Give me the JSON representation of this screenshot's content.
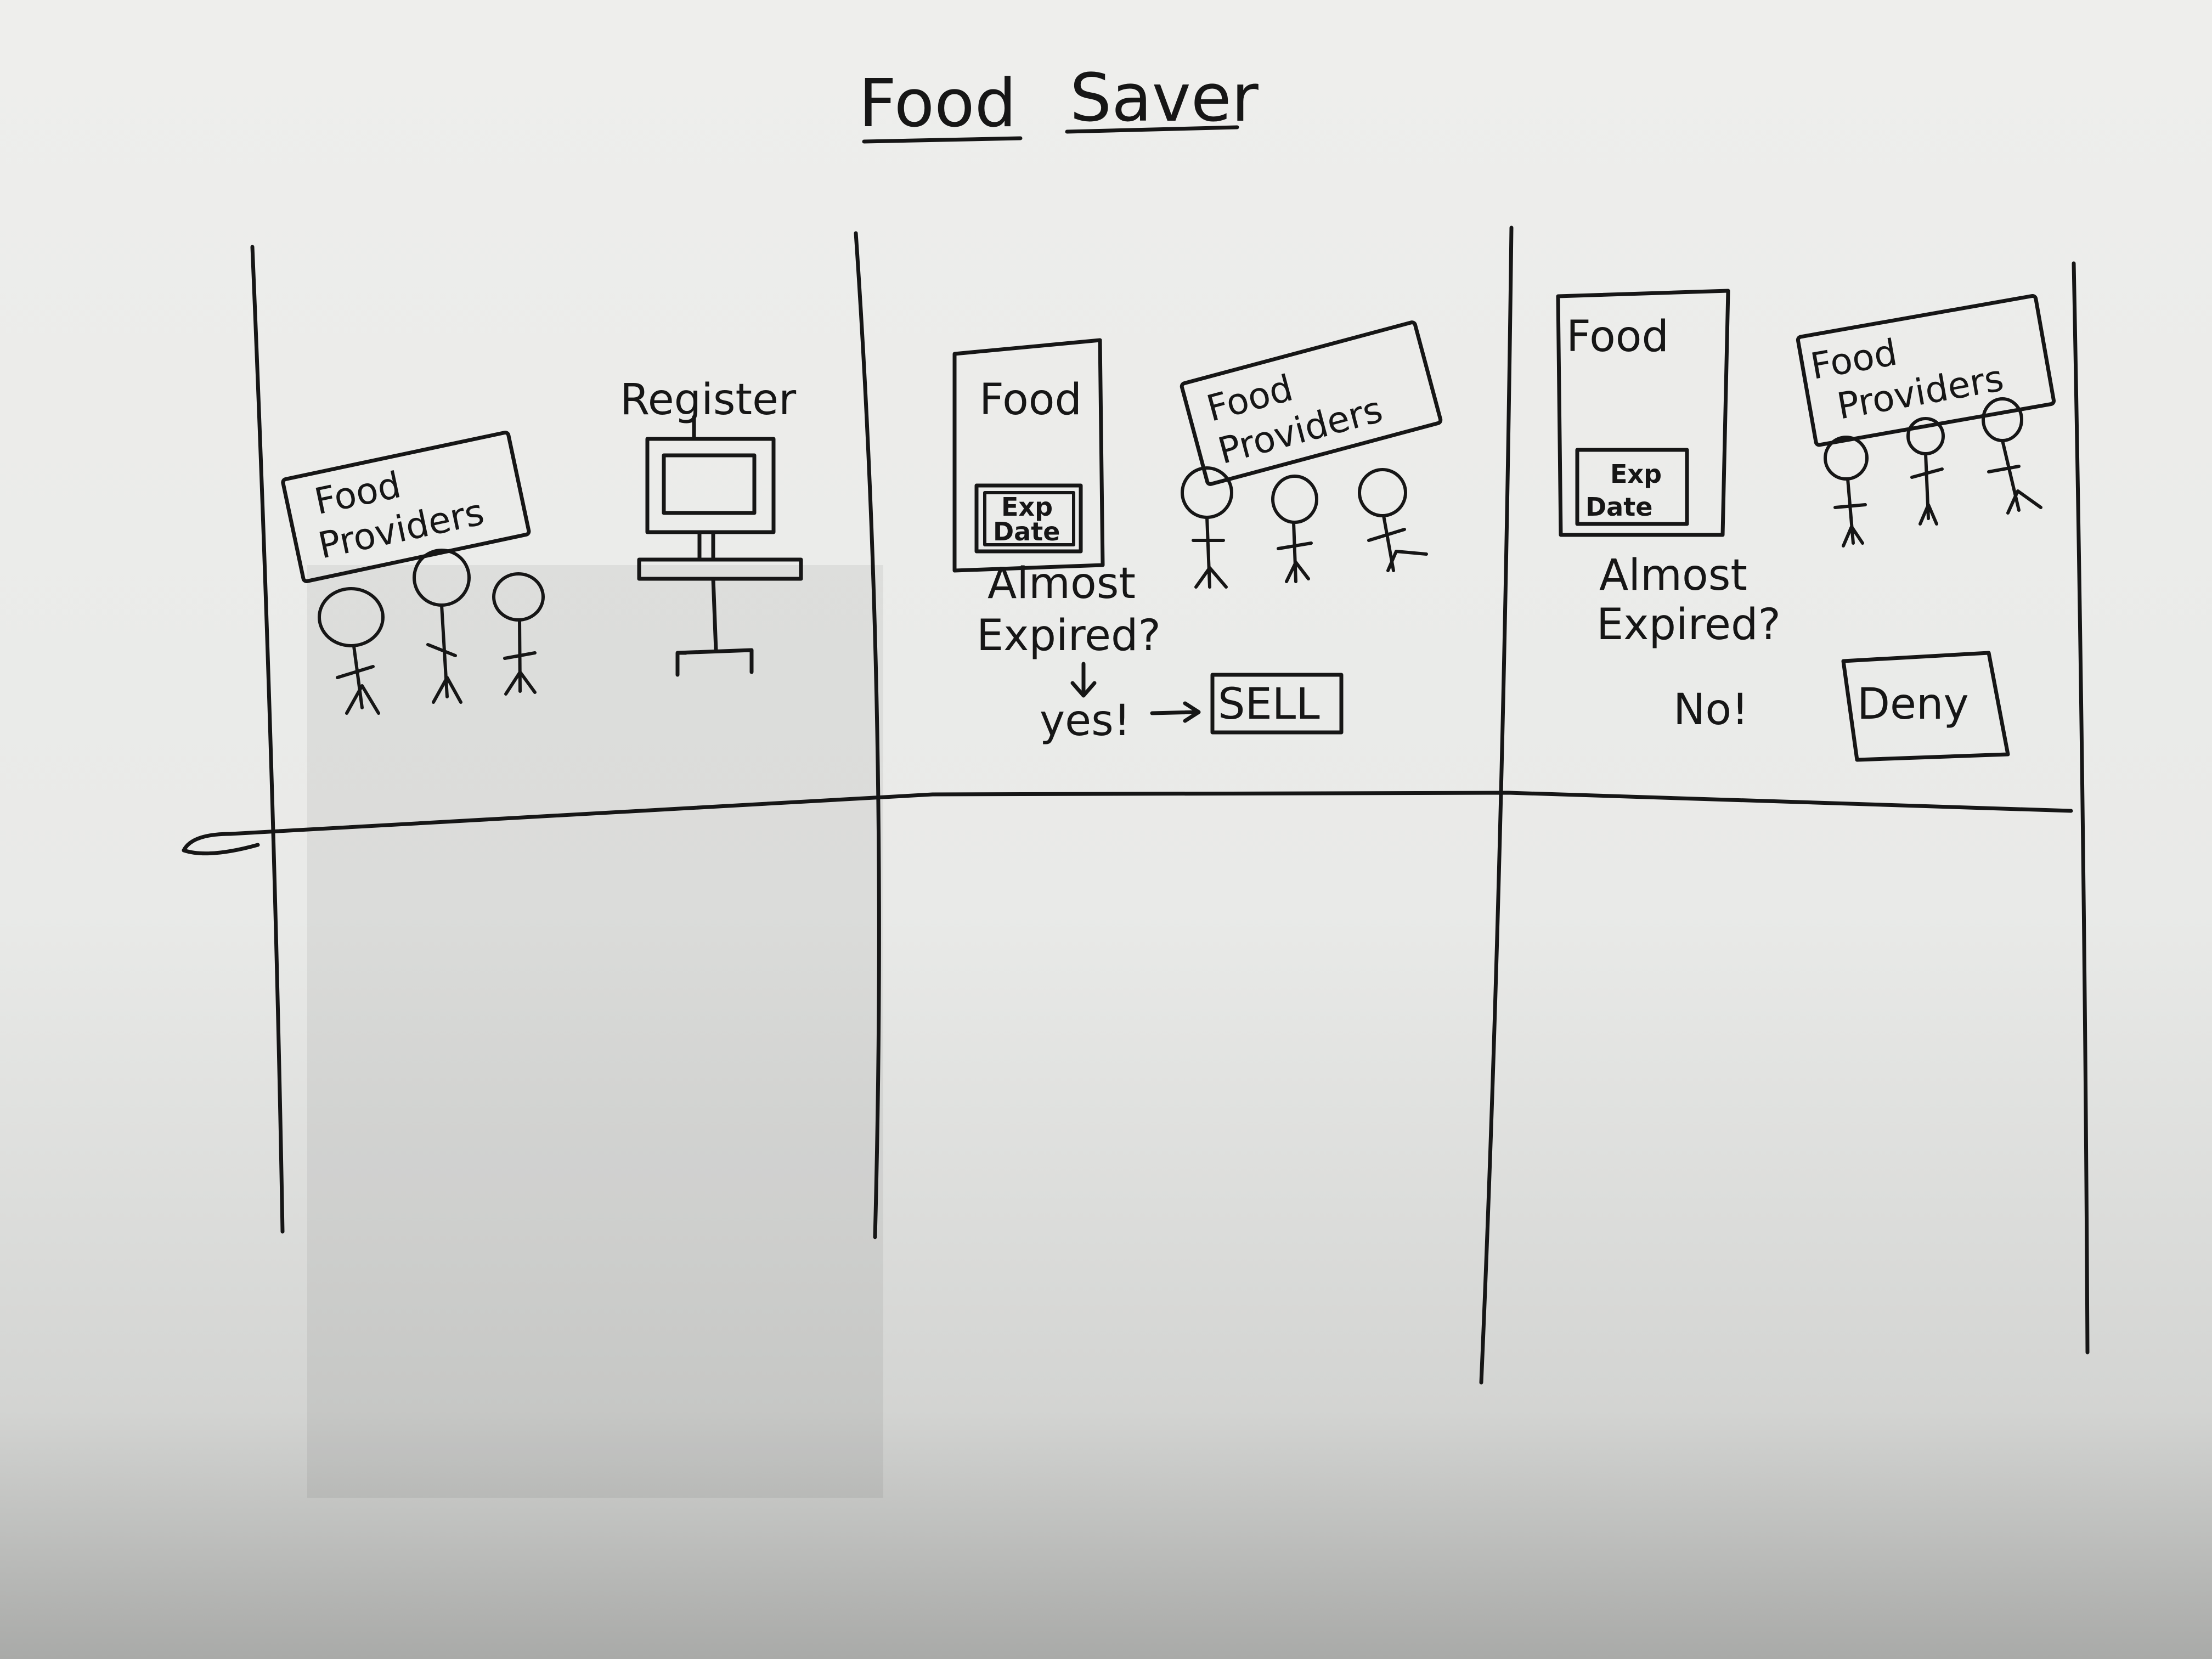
{
  "title": "Food Saver",
  "panel1": {
    "providers_sign": [
      "Food",
      "Providers"
    ],
    "register_label": "Register"
  },
  "panel2": {
    "food_label": "Food",
    "exp_label": [
      "Exp",
      "Date"
    ],
    "providers_sign": [
      "Food",
      "Providers"
    ],
    "question": [
      "Almost",
      "Expired?"
    ],
    "answer": "yes!",
    "action_box": "SELL"
  },
  "panel3": {
    "food_label": "Food",
    "exp_label": [
      "Exp",
      "Date"
    ],
    "providers_sign": [
      "Food",
      "Providers"
    ],
    "question": [
      "Almost",
      "Expired?"
    ],
    "answer": "No!",
    "action_box": "Deny"
  }
}
